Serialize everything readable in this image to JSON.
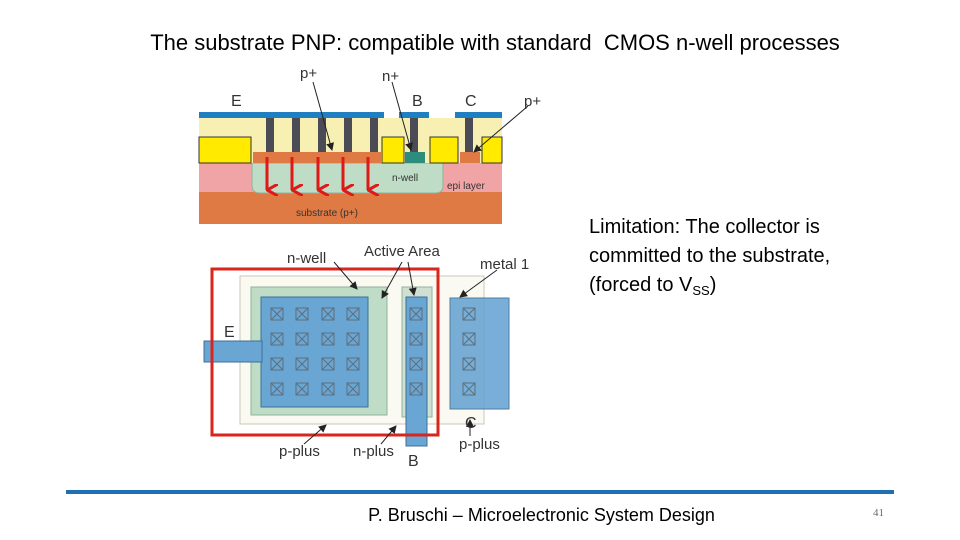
{
  "title": "The substrate PNP: compatible with standard  CMOS n-well processes",
  "cross_section": {
    "labels": {
      "p_plus_top": "p+",
      "n_plus_top": "n+",
      "emitter": "E",
      "base": "B",
      "collector": "C",
      "p_plus_right": "p+",
      "n_well": "n-well",
      "epi_layer": "epi layer",
      "substrate": "substrate (p+)"
    }
  },
  "layout": {
    "labels": {
      "n_well": "n-well",
      "active_area": "Active Area",
      "metal1": "metal 1",
      "emitter": "E",
      "collector": "C",
      "p_plus_1": "p-plus",
      "n_plus": "n-plus",
      "p_plus_2": "p-plus",
      "base": "B"
    }
  },
  "limitation": {
    "line1": "Limitation: The collector is",
    "line2": "committed to the substrate,",
    "line3_prefix": "(forced to V",
    "line3_sub": "SS",
    "line3_suffix": ")"
  },
  "footer": {
    "text": "P. Bruschi – Microelectronic System Design",
    "page_number": "41"
  },
  "colors": {
    "accent_rule": "#1f6fb6",
    "highlight_box": "#d8261c",
    "current_arrows": "#e01818",
    "substrate": "#e07a45",
    "epi_layer": "#f1a4a6",
    "n_well": "#bfddc6",
    "oxide": "#f8f0b3",
    "p_plus_diffusion": "#ffea00",
    "metal": "#1f7fc0"
  }
}
